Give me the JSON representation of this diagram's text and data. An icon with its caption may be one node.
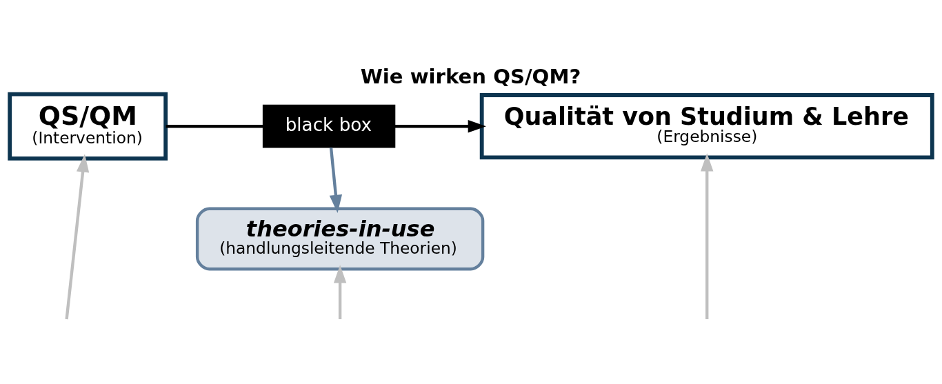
{
  "diagram": {
    "title": "Wie wirken QS/QM?",
    "nodes": [
      {
        "text": [
          "QS/QM",
          "(Intervention)"
        ]
      },
      {
        "text": [
          "black box"
        ]
      },
      {
        "text": [
          "Qualität von Studium & Lehre",
          "(Ergebnisse)"
        ]
      },
      {
        "text": [
          "theories-in-use",
          "(handlungsleitende Theorien)"
        ]
      }
    ],
    "edges": [
      {
        "from": 0,
        "to": 1,
        "arrow": "none",
        "color": "#000000"
      },
      {
        "from": 1,
        "to": 2,
        "arrow": "to",
        "color": "#000000"
      },
      {
        "from": 1,
        "to": 3,
        "arrow": "to",
        "color": "#64809d"
      },
      {
        "from": null,
        "to": 3,
        "arrow": "to",
        "color": "#bfbfbf"
      },
      {
        "from": null,
        "to": 0,
        "arrow": "to",
        "color": "#bfbfbf"
      },
      {
        "from": null,
        "to": 2,
        "arrow": "to",
        "color": "#bfbfbf"
      }
    ]
  }
}
